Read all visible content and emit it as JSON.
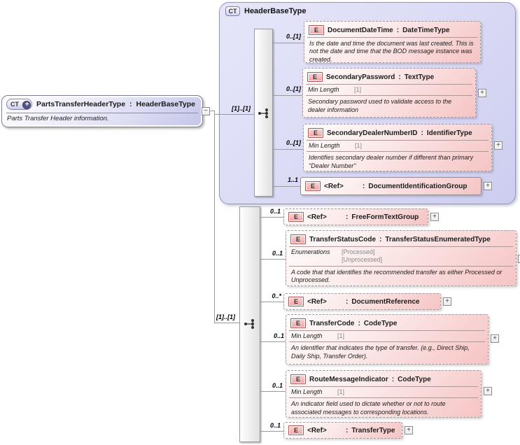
{
  "separator": ":",
  "root": {
    "icon_label": "CT",
    "name": "PartsTransferHeaderType",
    "base_type": "HeaderBaseType",
    "description": "Parts Transfer Header information."
  },
  "base_container": {
    "icon_label": "CT",
    "title": "HeaderBaseType"
  },
  "connectors": {
    "base_cardinality": "[1]..[1]",
    "local_cardinality": "[1]..[1]"
  },
  "base_elements": [
    {
      "tag": "E",
      "cardinality": "0..[1]",
      "name": "DocumentDateTime",
      "type": "DateTimeType",
      "description": "Is the date and time the document was last created. This is not the date and time that the BOD message instance was created."
    },
    {
      "tag": "E",
      "cardinality": "0..[1]",
      "name": "SecondaryPassword",
      "type": "TextType",
      "facet_label": "Min Length",
      "facet_values": [
        "[1]"
      ],
      "description": "Secondary password used to validate access to the dealer information"
    },
    {
      "tag": "E",
      "cardinality": "0..[1]",
      "name": "SecondaryDealerNumberID",
      "type": "IdentifierType",
      "facet_label": "Min Length",
      "facet_values": [
        "[1]"
      ],
      "description": "Identifies secondary dealer number if different than primary \"Dealer Number\""
    },
    {
      "tag": "E",
      "cardinality": "1..1",
      "name": "<Ref>",
      "type": "DocumentIdentificationGroup"
    }
  ],
  "local_elements": [
    {
      "tag": "E",
      "cardinality": "0..1",
      "name": "<Ref>",
      "type": "FreeFormTextGroup"
    },
    {
      "tag": "E",
      "cardinality": "0..1",
      "name": "TransferStatusCode",
      "type": "TransferStatusEnumeratedType",
      "facet_label": "Enumerations",
      "facet_values": [
        "[Processed]",
        "[Unprocessed]"
      ],
      "description": "A code that that identifies the recommended transfer as either Processed or Unprocessed."
    },
    {
      "tag": "E",
      "cardinality": "0..*",
      "name": "<Ref>",
      "type": "DocumentReference"
    },
    {
      "tag": "E",
      "cardinality": "0..1",
      "name": "TransferCode",
      "type": "CodeType",
      "facet_label": "Min Length",
      "facet_values": [
        "[1]"
      ],
      "description": "An identifier that indicates the type of transfer. (e.g.,  Direct Ship, Daily Ship, Transfer Order)."
    },
    {
      "tag": "E",
      "cardinality": "0..1",
      "name": "RouteMessageIndicator",
      "type": "CodeType",
      "facet_label": "Min Length",
      "facet_values": [
        "[1]"
      ],
      "description": "An indicator field used to dictate whether or not to route associated messages to corresponding locations."
    },
    {
      "tag": "E",
      "cardinality": "0..1",
      "name": "<Ref>",
      "type": "TransferType"
    }
  ]
}
